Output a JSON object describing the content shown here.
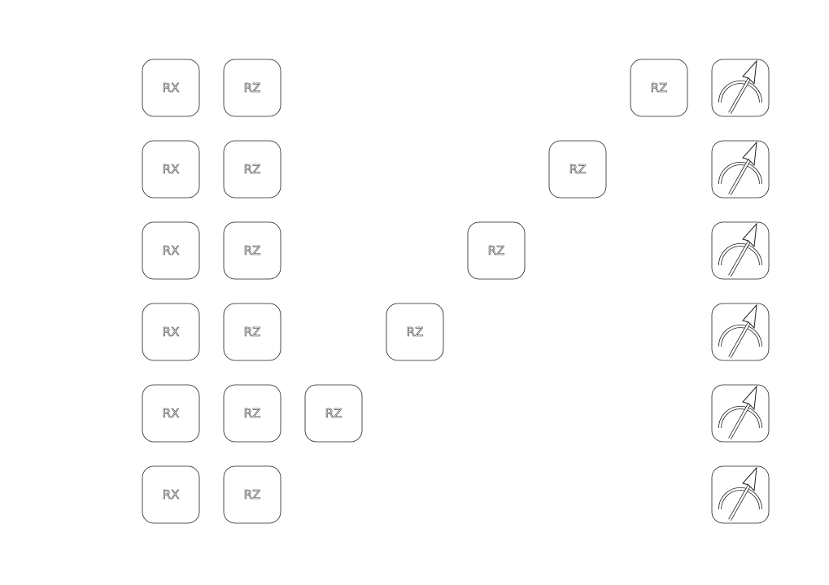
{
  "circuit": {
    "num_qubits": 6,
    "num_columns": 8,
    "gates": [
      {
        "qubit": 0,
        "column": 0,
        "label": "RX"
      },
      {
        "qubit": 0,
        "column": 1,
        "label": "RZ"
      },
      {
        "qubit": 0,
        "column": 6,
        "label": "RZ"
      },
      {
        "qubit": 0,
        "column": 7,
        "type": "measure"
      },
      {
        "qubit": 1,
        "column": 0,
        "label": "RX"
      },
      {
        "qubit": 1,
        "column": 1,
        "label": "RZ"
      },
      {
        "qubit": 1,
        "column": 5,
        "label": "RZ"
      },
      {
        "qubit": 1,
        "column": 7,
        "type": "measure"
      },
      {
        "qubit": 2,
        "column": 0,
        "label": "RX"
      },
      {
        "qubit": 2,
        "column": 1,
        "label": "RZ"
      },
      {
        "qubit": 2,
        "column": 4,
        "label": "RZ"
      },
      {
        "qubit": 2,
        "column": 7,
        "type": "measure"
      },
      {
        "qubit": 3,
        "column": 0,
        "label": "RX"
      },
      {
        "qubit": 3,
        "column": 1,
        "label": "RZ"
      },
      {
        "qubit": 3,
        "column": 3,
        "label": "RZ"
      },
      {
        "qubit": 3,
        "column": 7,
        "type": "measure"
      },
      {
        "qubit": 4,
        "column": 0,
        "label": "RX"
      },
      {
        "qubit": 4,
        "column": 1,
        "label": "RZ"
      },
      {
        "qubit": 4,
        "column": 2,
        "label": "RZ"
      },
      {
        "qubit": 4,
        "column": 7,
        "type": "measure"
      },
      {
        "qubit": 5,
        "column": 0,
        "label": "RX"
      },
      {
        "qubit": 5,
        "column": 1,
        "label": "RZ"
      },
      {
        "qubit": 5,
        "column": 7,
        "type": "measure"
      }
    ]
  }
}
